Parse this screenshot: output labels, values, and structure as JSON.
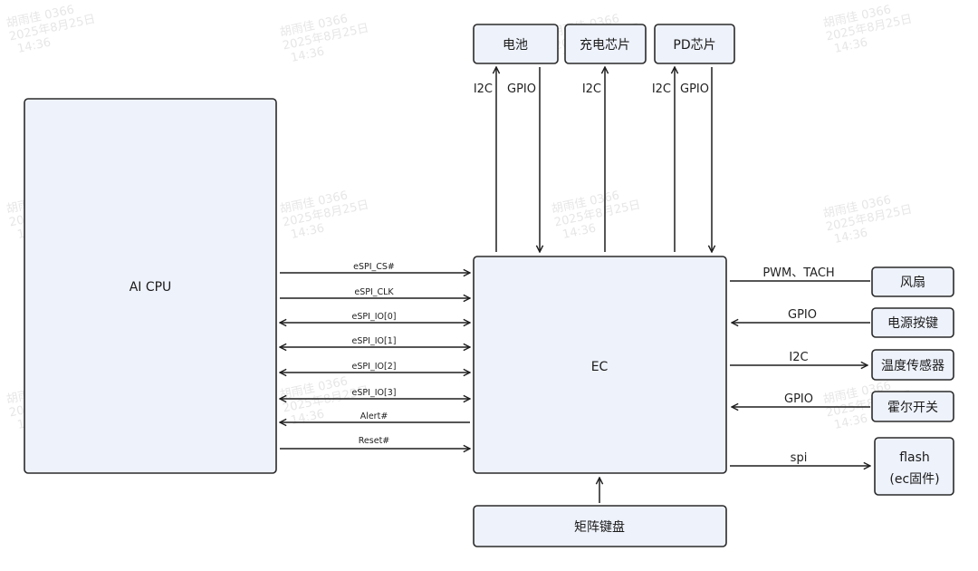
{
  "blocks": {
    "ai_cpu": "AI CPU",
    "ec": "EC",
    "battery": "电池",
    "charger": "充电芯片",
    "pd": "PD芯片",
    "fan": "风扇",
    "power_button": "电源按键",
    "temp_sensor": "温度传感器",
    "hall_switch": "霍尔开关",
    "flash_line1": "flash",
    "flash_line2": "(ec固件)",
    "keyboard": "矩阵键盘"
  },
  "espi_signals": [
    "eSPI_CS#",
    "eSPI_CLK",
    "eSPI_IO[0]",
    "eSPI_IO[1]",
    "eSPI_IO[2]",
    "eSPI_IO[3]",
    "Alert#",
    "Reset#"
  ],
  "top_links": {
    "battery_i2c": "I2C",
    "battery_gpio": "GPIO",
    "charger_i2c": "I2C",
    "pd_i2c": "I2C",
    "pd_gpio": "GPIO"
  },
  "right_links": {
    "fan": "PWM、TACH",
    "power_button": "GPIO",
    "temp_sensor": "I2C",
    "hall_switch": "GPIO",
    "flash": "spi"
  },
  "watermark": {
    "name": "胡雨佳 0366",
    "date": "2025年8月25日",
    "time": "14:36"
  }
}
